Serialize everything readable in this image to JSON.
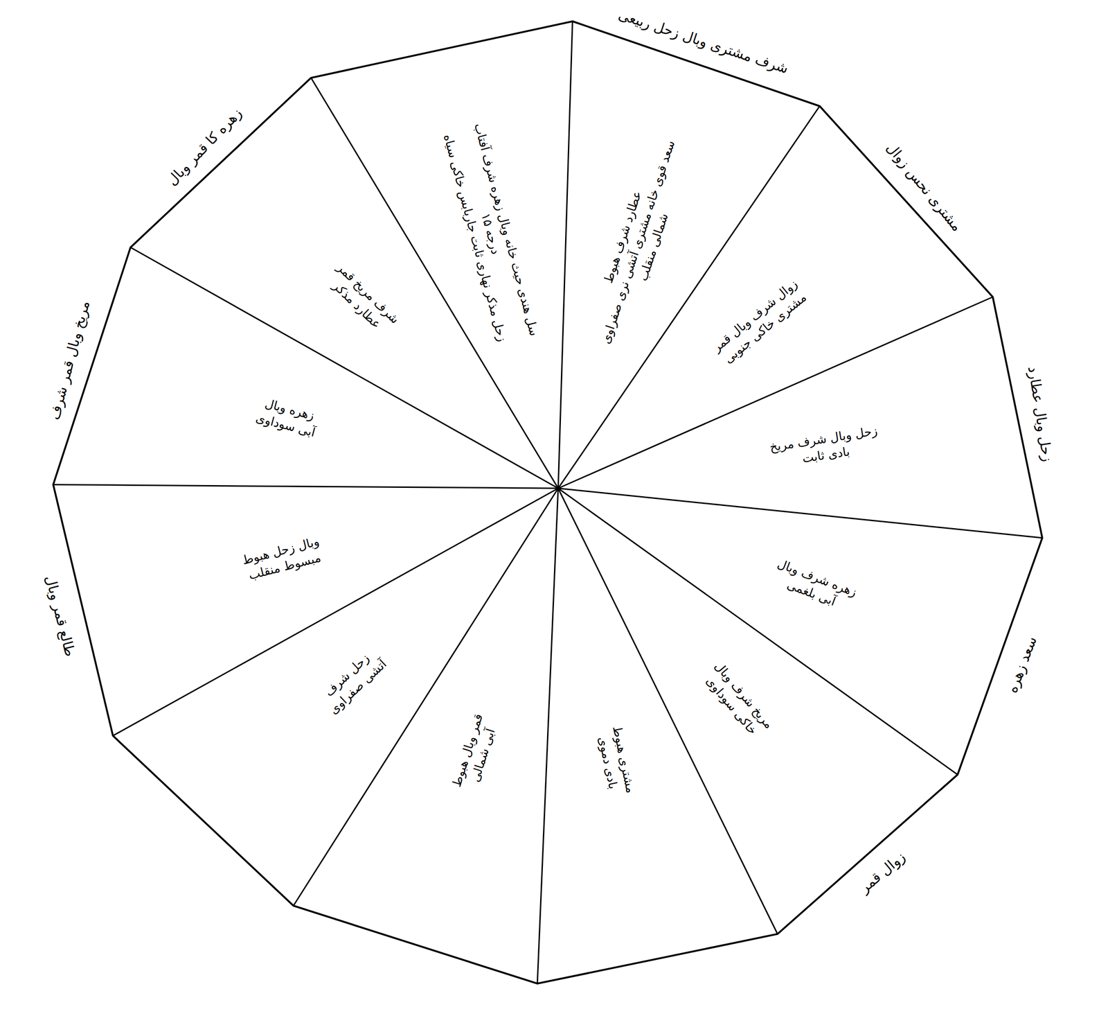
{
  "diagram": {
    "nodes": [
      {
        "text": [
          "عطارد شرف هبوط",
          "سعد قوی خانه مشتری آتشی نری صفراوی شمالی منقلب"
        ]
      },
      {
        "text": [
          "زوال شرف وبال قمر",
          "مشتری خاکی جنوبی"
        ]
      },
      {
        "text": [
          "زحل وبال شرف مریخ",
          "بادی ثابت"
        ]
      },
      {
        "text": [
          "زهره شرف وبال",
          "آبی بلغمی"
        ]
      },
      {
        "text": [
          "مریخ شرف وبال",
          "خاکی سوداوی"
        ]
      },
      {
        "text": [
          "مشتری هبوط",
          "بادی دموی"
        ]
      },
      {
        "text": [
          "قمر وبال هبوط",
          "آبی شمالی"
        ]
      },
      {
        "text": [
          "زحل شرف",
          "آتشی صفراوی"
        ]
      },
      {
        "text": [
          "وبال زحل هبوط",
          "مبسوط منقلب"
        ]
      },
      {
        "text": [
          "زهره وبال",
          "آبی سوداوی"
        ]
      },
      {
        "text": [
          "شرف مریخ قمر",
          "عطارد مذکر"
        ]
      },
      {
        "text": [
          "سل هندی حیث خانه وبال زهره شرف آفتاب درجه ۱۵",
          "زحل مذکر نهاری ثابت جاربابس خاکی سیاه"
        ]
      }
    ],
    "labels": [
      "شرف مشتری وبال زحل ربیعی",
      "مشتری نحس زوال",
      "زحل وبال عطارد",
      "سعد زهره",
      "زوال قمر",
      "طالع قمر وبال",
      "مریخ وبال قمر شرف",
      "زهره کا قمر وبال"
    ]
  }
}
